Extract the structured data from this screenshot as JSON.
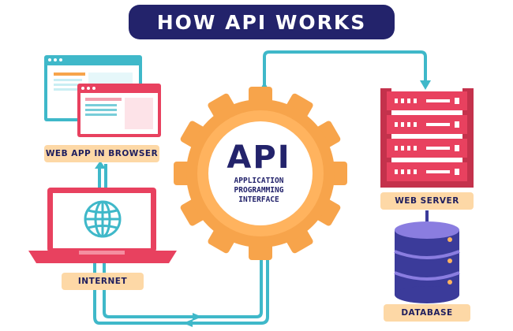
{
  "title": "HOW API WORKS",
  "api": {
    "heading": "API",
    "subtitle_lines": [
      "APPLICATION",
      "PROGRAMMING",
      "INTERFACE"
    ]
  },
  "labels": {
    "web_app": "WEB APP IN BROWSER",
    "internet": "INTERNET",
    "web_server": "WEB SERVER",
    "database": "DATABASE"
  },
  "colors": {
    "title_bg": "#23236b",
    "gear": "#f7a44b",
    "gear_inner": "#ffffff",
    "teal": "#3fb8c9",
    "red": "#e8415f",
    "label_bg": "#fdd8a6",
    "db_dark": "#3b3b9a",
    "db_light": "#8a7de0"
  },
  "icons": [
    "browser-window-icon",
    "laptop-icon",
    "globe-icon",
    "server-rack-icon",
    "database-icon",
    "gear-icon",
    "arrow-icon"
  ]
}
